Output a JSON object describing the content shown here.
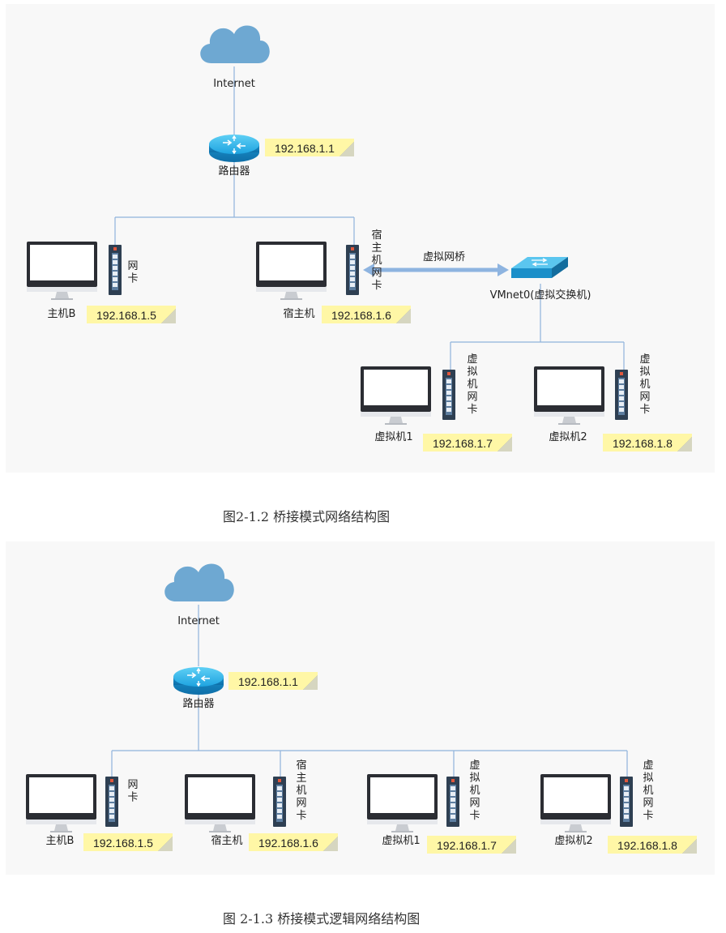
{
  "diagram1": {
    "internet": "Internet",
    "router": "路由器",
    "router_ip": "192.168.1.1",
    "hostB": "主机B",
    "hostB_nic": "网卡",
    "hostB_ip": "192.168.1.5",
    "host": "宿主机",
    "host_nic": "宿主机网卡",
    "host_ip": "192.168.1.6",
    "bridge": "虚拟网桥",
    "vmnet": "VMnet0(虚拟交换机)",
    "vm1": "虚拟机1",
    "vm1_nic": "虚拟机网卡",
    "vm1_ip": "192.168.1.7",
    "vm2": "虚拟机2",
    "vm2_nic": "虚拟机网卡",
    "vm2_ip": "192.168.1.8"
  },
  "caption1": "图2-1.2 桥接模式网络结构图",
  "diagram2": {
    "internet": "Internet",
    "router": "路由器",
    "router_ip": "192.168.1.1",
    "hostB": "主机B",
    "hostB_nic": "网卡",
    "hostB_ip": "192.168.1.5",
    "host": "宿主机",
    "host_nic": "宿主机网卡",
    "host_ip": "192.168.1.6",
    "vm1": "虚拟机1",
    "vm1_nic": "虚拟机网卡",
    "vm1_ip": "192.168.1.7",
    "vm2": "虚拟机2",
    "vm2_nic": "虚拟机网卡",
    "vm2_ip": "192.168.1.8"
  },
  "caption2": "图 2-1.3 桥接模式逻辑网络结构图",
  "colors": {
    "line": "#8fb3dc",
    "cloud": "#5e9fcf",
    "note": "#fff9a8",
    "nic": "#2d3e50"
  }
}
